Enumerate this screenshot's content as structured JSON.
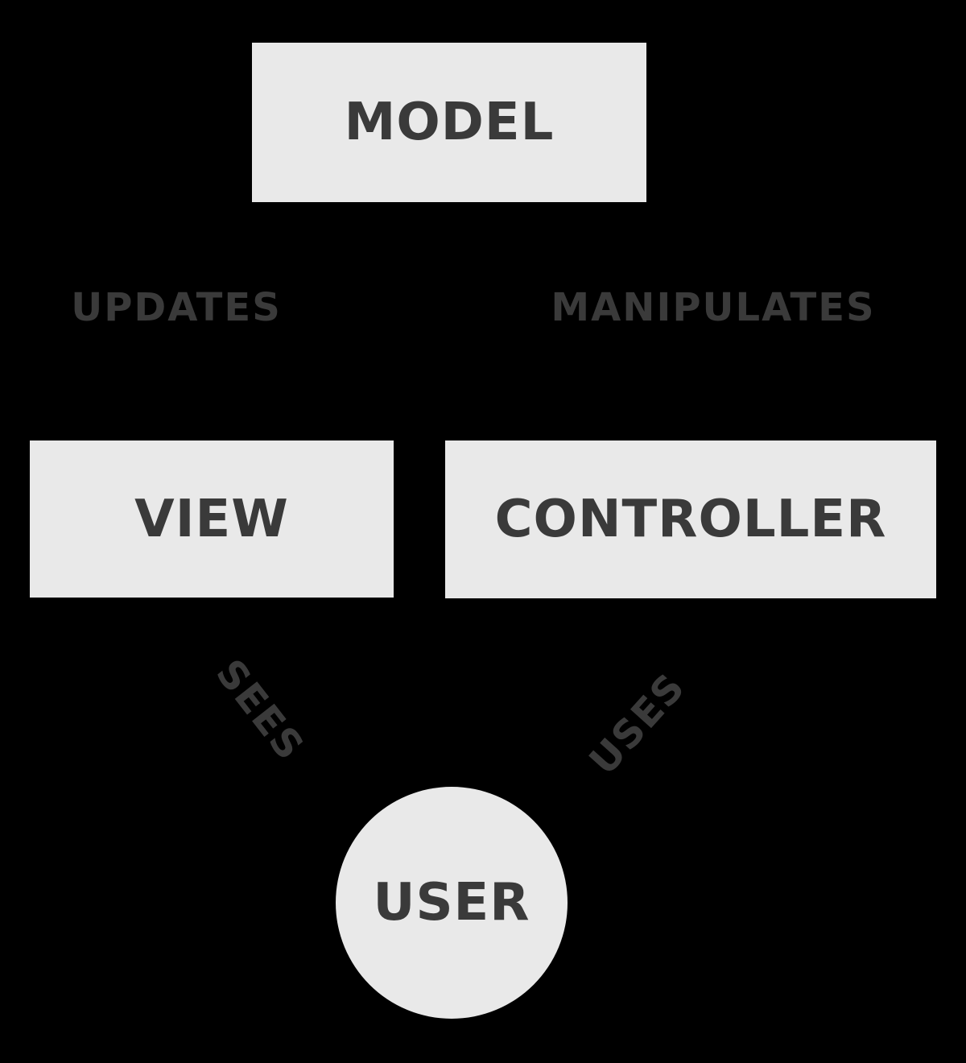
{
  "diagram": {
    "colors": {
      "background": "#000000",
      "node_fill": "#e9e9e9",
      "text": "#3a3a3a"
    },
    "nodes": {
      "model": {
        "label": "MODEL"
      },
      "view": {
        "label": "VIEW"
      },
      "controller": {
        "label": "CONTROLLER"
      },
      "user": {
        "label": "USER"
      }
    },
    "edges": {
      "updates": {
        "label": "UPDATES"
      },
      "manipulates": {
        "label": "MANIPULATES"
      },
      "sees": {
        "label": "SEES"
      },
      "uses": {
        "label": "USES"
      }
    }
  }
}
